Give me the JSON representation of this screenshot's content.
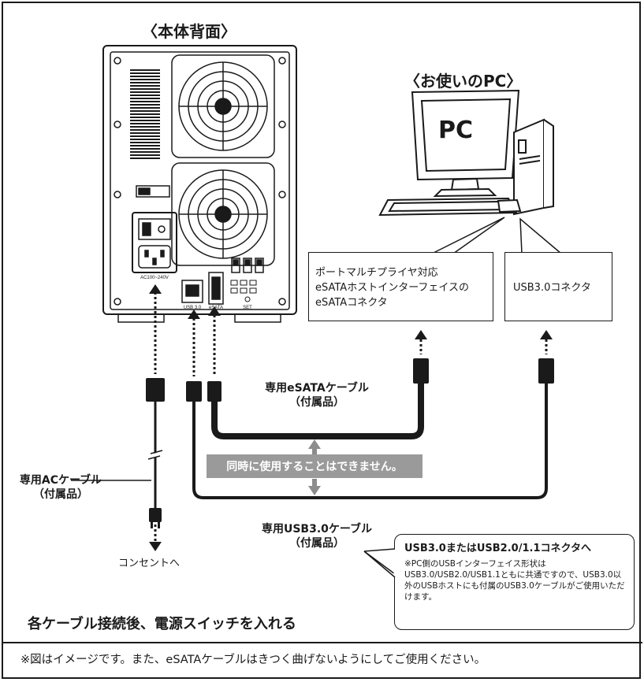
{
  "titles": {
    "rear": "〈本体背面〉",
    "pc": "〈お使いのPC〉"
  },
  "pc_screen": "PC",
  "callouts": {
    "esata_lines": [
      "ポートマルチプライヤ対応",
      "eSATAホストインターフェイスの",
      "eSATAコネクタ"
    ],
    "usb3": "USB3.0コネクタ"
  },
  "cables": {
    "esata": [
      "専用eSATAケーブル",
      "（付属品）"
    ],
    "ac": [
      "専用ACケーブル",
      "（付属品）"
    ],
    "usb": [
      "専用USB3.0ケーブル",
      "（付属品）"
    ]
  },
  "warning": "同時に使用することはできません。",
  "outlet": "コンセントへ",
  "note": {
    "title": "USB3.0またはUSB2.0/1.1コネクタへ",
    "text": "※PC側のUSBインターフェイス形状はUSB3.0/USB2.0/USB1.1ともに共通ですので、USB3.0以外のUSBホストにも付属のUSB3.0ケーブルがご使用いただけます。"
  },
  "instruction": "各ケーブル接続後、電源スイッチを入れる",
  "footnote": "※図はイメージです。また、eSATAケーブルはきつく曲げないようにしてご使用ください。",
  "device_labels": {
    "ac": "AC100~240V",
    "usb": "USB 3.0",
    "esata": "eSATA",
    "set": "SET"
  },
  "colors": {
    "line": "#1a1a1a",
    "warning_bg": "#9a9a9a",
    "arrow_gray": "#8c8c8c"
  }
}
